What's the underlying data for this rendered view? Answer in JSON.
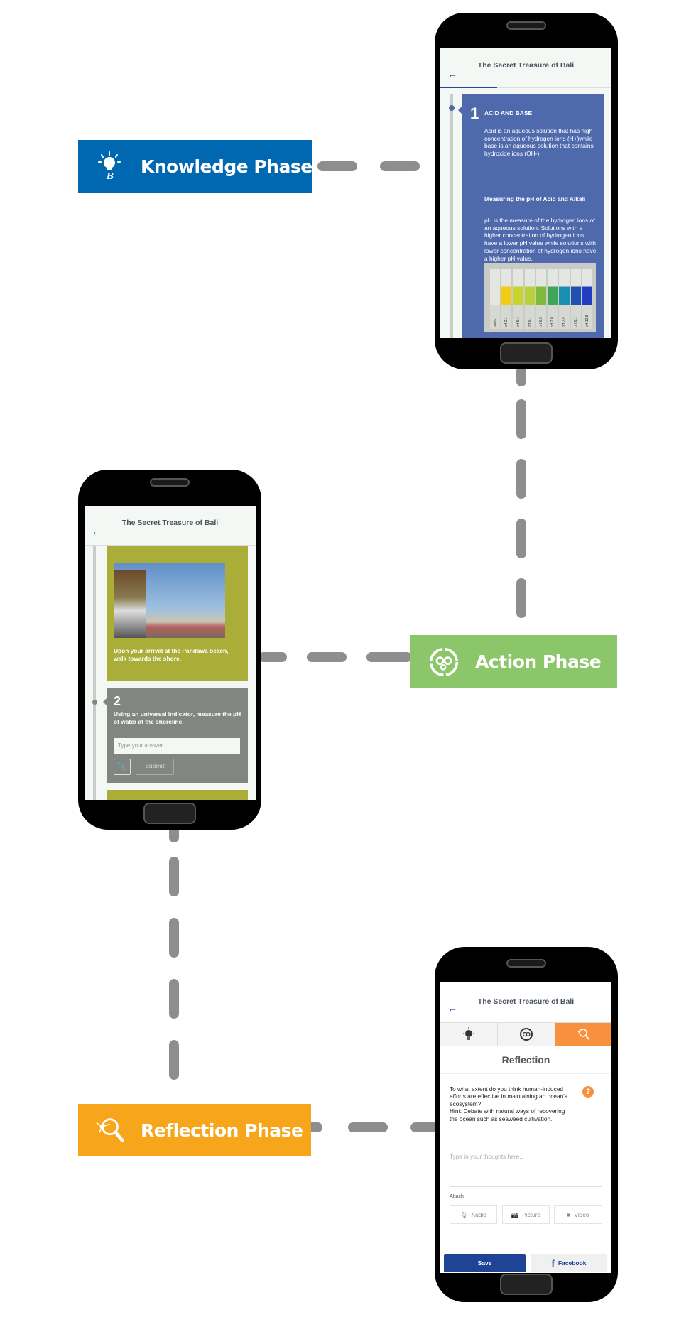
{
  "phases": {
    "knowledge": {
      "label": "Knowledge Phase",
      "icon": "lightbulb-icon",
      "color": "#0067b1"
    },
    "action": {
      "label": "Action Phase",
      "icon": "gears-icon",
      "color": "#8cc66a"
    },
    "reflection": {
      "label": "Reflection Phase",
      "icon": "magnifier-icon",
      "color": "#f7a61b"
    }
  },
  "app_title": "The Secret Treasure of Bali",
  "knowledge_screen": {
    "step_number": "1",
    "heading": "ACID AND BASE",
    "paragraph1": "Acid is an aqueous solution that has high concentration of hydrogen ions (H+)while base is an aqueous solution that contains hydroxide ions (OH-).",
    "subheading": "Measuring the pH of Acid and Alkali",
    "paragraph2": "pH is the measure of the hydrogen ions of an aqueous solution. Solutions with a higher concentration of hydrogen ions have a lower pH value while solutions with lower concentration of hydrogen ions have a higher pH value.",
    "tube_labels": [
      "blank",
      "pH 2.1",
      "pH 5.4",
      "pH 6.7",
      "pH 6.9",
      "pH 7.0",
      "pH 7.4",
      "pH 8.1",
      "pH 12.8"
    ],
    "tube_colors": [
      "#e6e6e0",
      "#f2cc10",
      "#c9d52c",
      "#b7d23a",
      "#7fba3a",
      "#3fa65a",
      "#1b8fb0",
      "#1f4fb0",
      "#1f3fc0"
    ]
  },
  "action_screen": {
    "task1_text": "Upon your arrival at the Pandawa beach, walk towards the shore.",
    "step_number": "2",
    "task2_text": "Using an universal indicator, measure the pH of water at the shoreline.",
    "answer_placeholder": "Type your answer",
    "submit_label": "Submit"
  },
  "reflection_screen": {
    "heading": "Reflection",
    "question": "To what extent do you think human-induced efforts are effective in maintaining an ocean's ecosystem?",
    "hint": "Hint: Debate with natural ways of recovering the ocean such as seaweed cultivation.",
    "thoughts_placeholder": "Type in your thoughts here...",
    "attach_label": "Attach",
    "audio_label": "Audio",
    "picture_label": "Picture",
    "video_label": "Video",
    "save_label": "Save",
    "facebook_label": "Facebook"
  }
}
